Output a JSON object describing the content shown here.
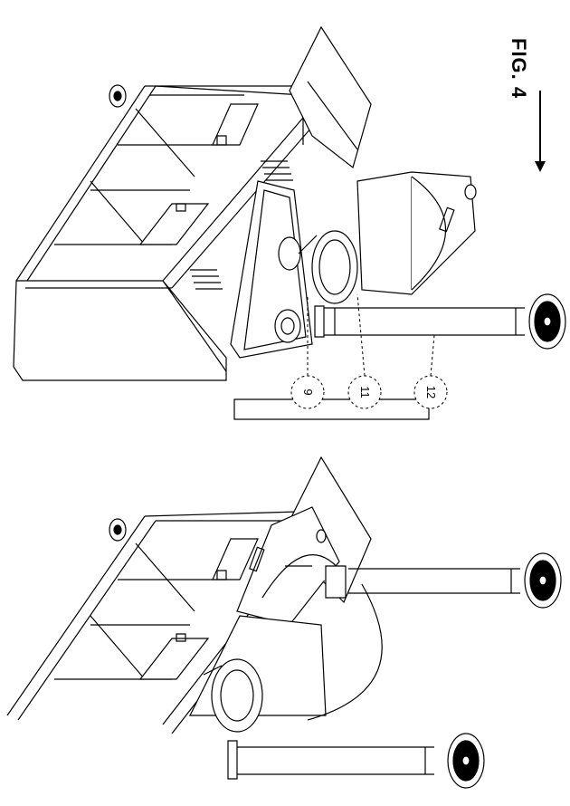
{
  "figure": {
    "label": "FIG. 4"
  },
  "callouts": [
    {
      "number": "9"
    },
    {
      "number": "11"
    },
    {
      "number": "12"
    }
  ]
}
